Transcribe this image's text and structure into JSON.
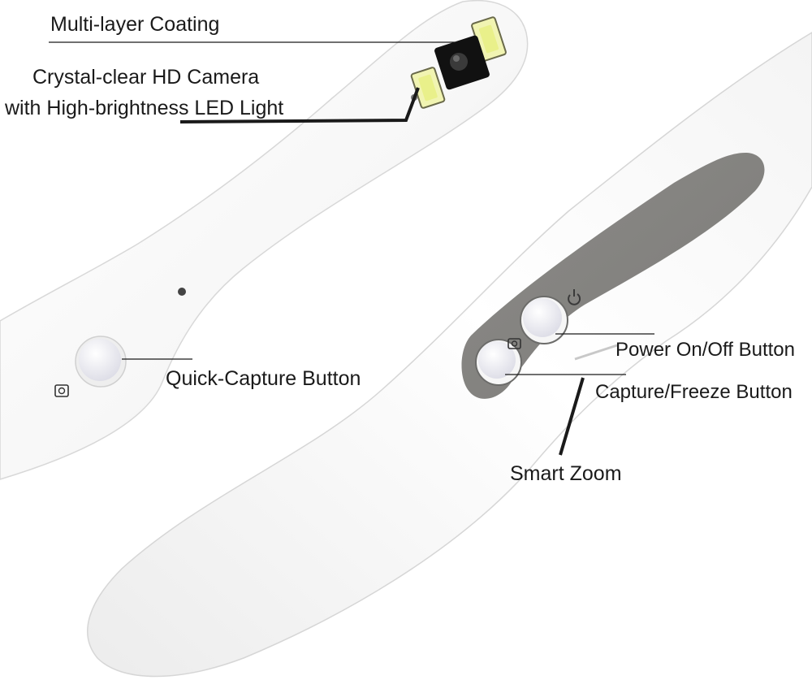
{
  "labels": {
    "coating": "Multi-layer Coating",
    "camera_line1": "Crystal-clear HD Camera",
    "camera_line2": "with High-brightness LED Light",
    "quick_capture": "Quick-Capture Button",
    "power": "Power On/Off Button",
    "capture_freeze": "Capture/Freeze Button",
    "smart_zoom": "Smart Zoom"
  },
  "colors": {
    "device_body": "#ffffff",
    "device_shade": "#dcdcdc",
    "control_panel": "#8a8986",
    "led_light": "#e9f08a",
    "camera_lens": "#111111",
    "leader_line": "#1a1a1a"
  },
  "icons": [
    "camera-lens-icon",
    "led-light-icon",
    "camera-icon",
    "power-icon"
  ]
}
